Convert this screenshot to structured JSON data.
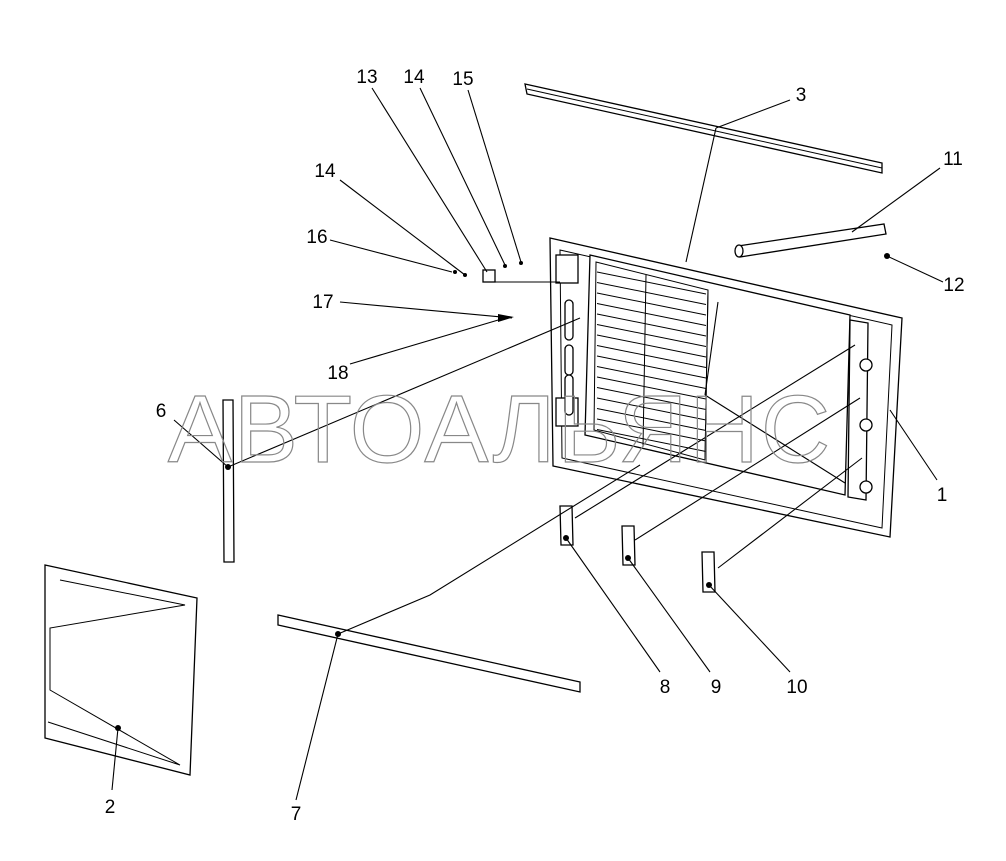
{
  "watermark": "АВТОАЛЬЯНС",
  "callouts": {
    "c1": "1",
    "c2": "2",
    "c3": "3",
    "c6": "6",
    "c7": "7",
    "c8": "8",
    "c9": "9",
    "c10": "10",
    "c11": "11",
    "c12": "12",
    "c13": "13",
    "c14a": "14",
    "c14b": "14",
    "c15": "15",
    "c16": "16",
    "c17": "17",
    "c18": "18"
  }
}
